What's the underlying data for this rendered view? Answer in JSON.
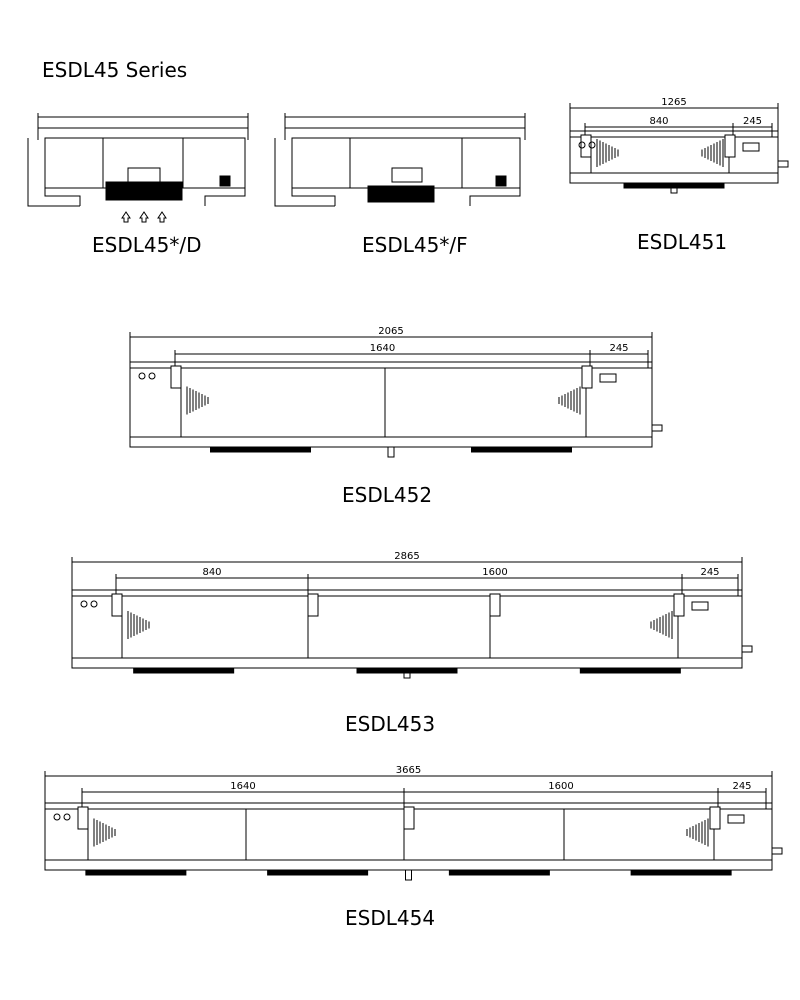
{
  "series_title": "ESDL45 Series",
  "models": [
    {
      "label": "ESDL45*/D"
    },
    {
      "label": "ESDL45*/F"
    },
    {
      "label": "ESDL451",
      "dims": [
        "1265",
        "840",
        "245"
      ]
    },
    {
      "label": "ESDL452",
      "dims": [
        "2065",
        "1640",
        "245"
      ]
    },
    {
      "label": "ESDL453",
      "dims": [
        "2865",
        "840",
        "1600",
        "245"
      ]
    },
    {
      "label": "ESDL454",
      "dims": [
        "3665",
        "1640",
        "1600",
        "245"
      ]
    }
  ]
}
